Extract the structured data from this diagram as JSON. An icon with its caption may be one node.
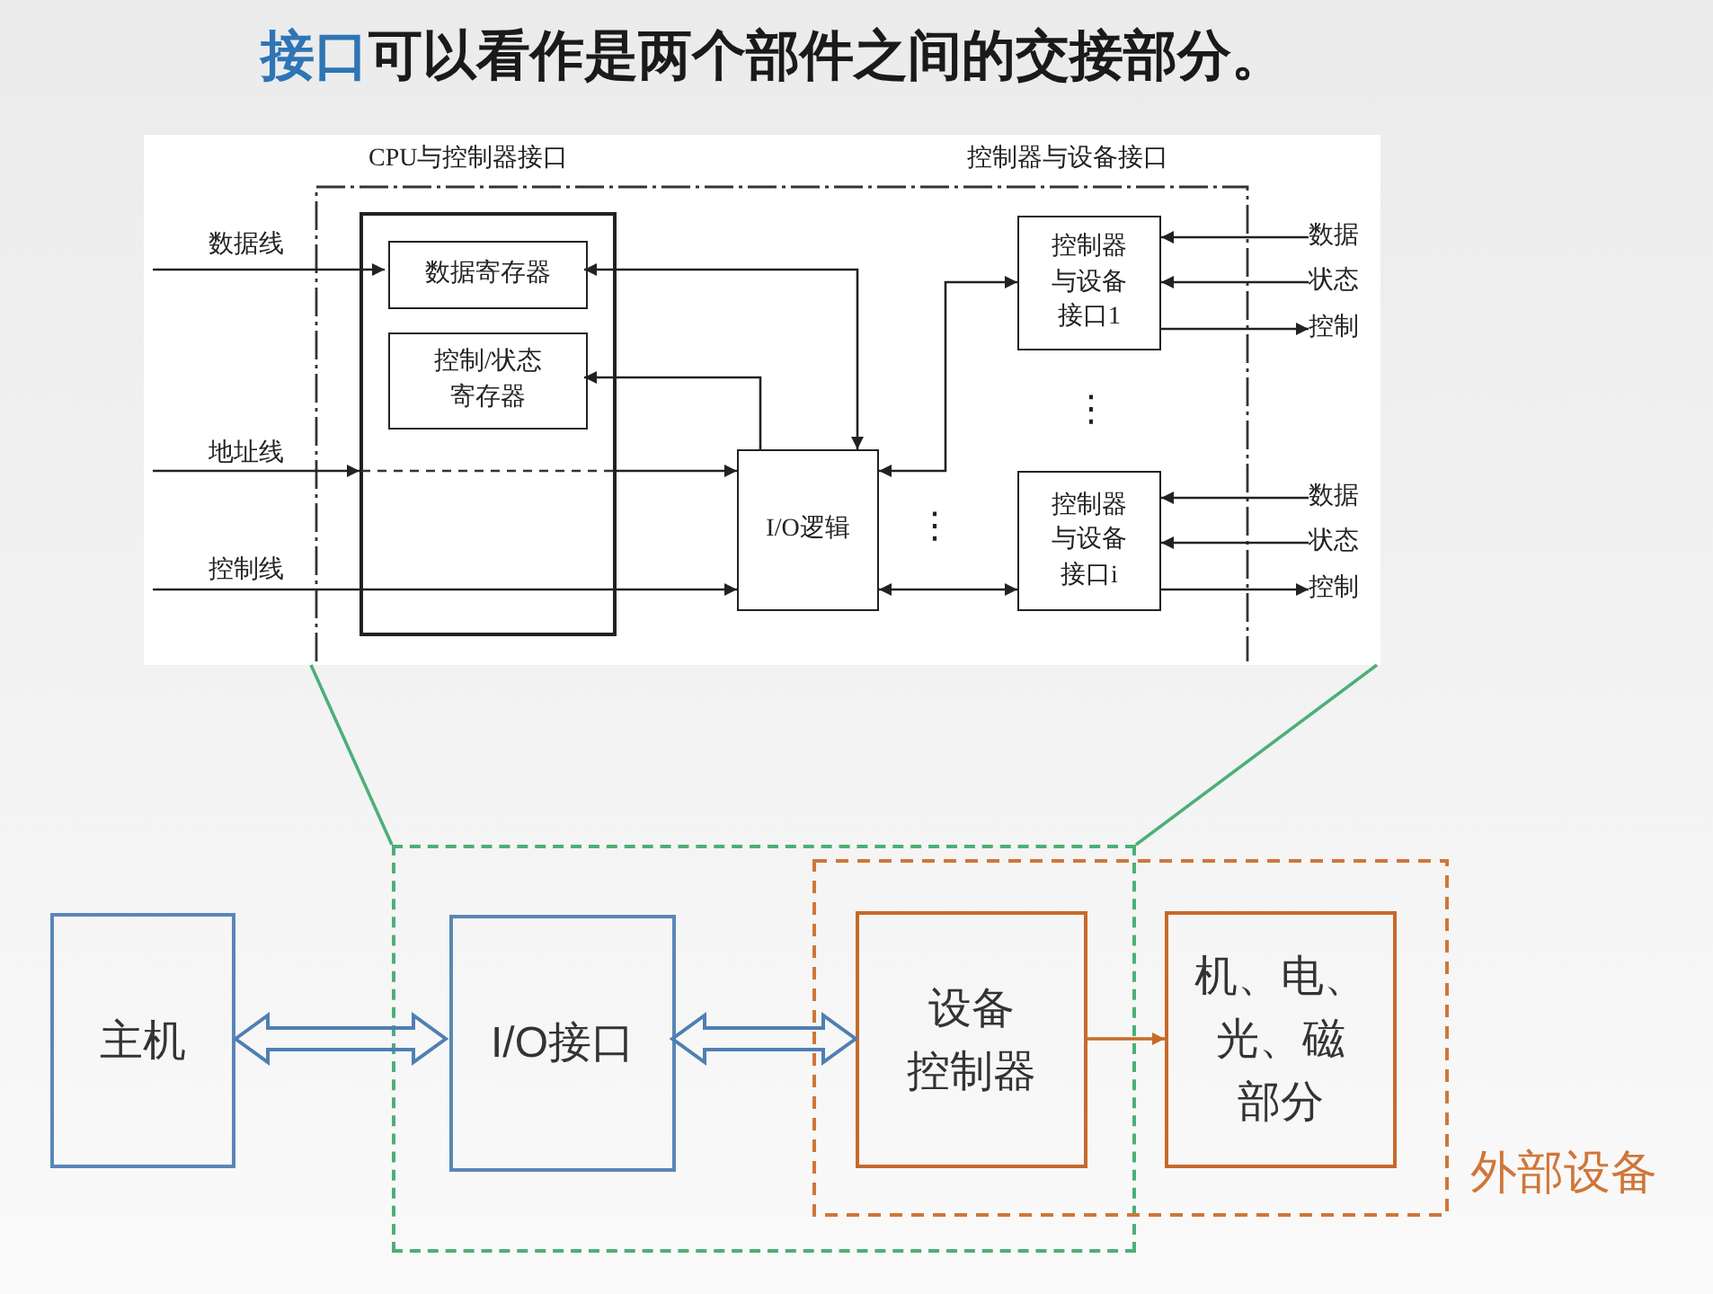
{
  "diagram": {
    "title": "**接口**可以看作是两个部件之间的交接部分。",
    "nodes": [
      {
        "text": [],
        "shape": "box"
      },
      {
        "text": [
          "CPU与控制器接口",
          "控制器与设备接口"
        ],
        "in": 0
      },
      {
        "text": [],
        "shape": "box",
        "in": 1
      },
      {
        "text": [
          "数据寄存器"
        ],
        "in": 2
      },
      {
        "text": [
          "控制/状态寄存器"
        ],
        "in": 2
      },
      {
        "text": [
          "控制器与设备接口1"
        ],
        "in": 1
      },
      {
        "text": [
          "数据"
        ],
        "in": 0
      },
      {
        "text": [
          "状态"
        ],
        "in": 0
      },
      {
        "text": [
          "控制"
        ],
        "in": 0
      },
      {
        "text": [
          "I/O逻辑"
        ],
        "in": 1
      },
      {
        "text": [
          "控制器与设备接口i"
        ],
        "in": 1
      },
      {
        "text": [
          "数据"
        ],
        "in": 0
      },
      {
        "text": [
          "状态"
        ],
        "in": 0
      },
      {
        "text": [
          "控制"
        ],
        "in": 0
      },
      {
        "text": [],
        "shape": "box"
      },
      {
        "text": [
          "外部设备"
        ]
      },
      {
        "text": [
          "主机"
        ]
      },
      {
        "text": [
          "I/O接口"
        ],
        "in": 14
      },
      {
        "text": [
          "设备控制器"
        ]
      },
      {
        "text": [
          "机、电、光、磁部分"
        ],
        "in": 15
      }
    ],
    "edges": [
      {
        "from": null,
        "to": 3,
        "arrow": "to",
        "label": "数据线"
      },
      {
        "from": null,
        "to": 2,
        "arrow": "to",
        "label": "地址线"
      },
      {
        "from": 2,
        "to": 9,
        "arrow": "to"
      },
      {
        "from": null,
        "to": 9,
        "arrow": "to",
        "label": "控制线"
      },
      {
        "from": 3,
        "to": 9,
        "arrow": "both"
      },
      {
        "from": 9,
        "to": 4,
        "arrow": "to"
      },
      {
        "from": 9,
        "to": 5,
        "arrow": "both"
      },
      {
        "from": 9,
        "to": 10,
        "arrow": "both"
      },
      {
        "from": 6,
        "to": 5,
        "arrow": "to"
      },
      {
        "from": 7,
        "to": 5,
        "arrow": "to"
      },
      {
        "from": 5,
        "to": 8,
        "arrow": "to"
      },
      {
        "from": 11,
        "to": 10,
        "arrow": "to"
      },
      {
        "from": 12,
        "to": 10,
        "arrow": "to"
      },
      {
        "from": 10,
        "to": 13,
        "arrow": "to"
      },
      {
        "from": 14,
        "to": 0,
        "arrow": "none",
        "color": "#4caf78"
      },
      {
        "from": 14,
        "to": 0,
        "arrow": "none",
        "color": "#4caf78"
      },
      {
        "from": 16,
        "to": 17,
        "arrow": "both",
        "style": "thick",
        "color": "#4f7fb3"
      },
      {
        "from": 17,
        "to": 18,
        "arrow": "both",
        "style": "thick",
        "color": "#4f7fb3"
      },
      {
        "from": 18,
        "to": 19,
        "arrow": "to",
        "color": "#c8692b"
      }
    ],
    "labels": [
      "⋮",
      "⋮"
    ]
  }
}
